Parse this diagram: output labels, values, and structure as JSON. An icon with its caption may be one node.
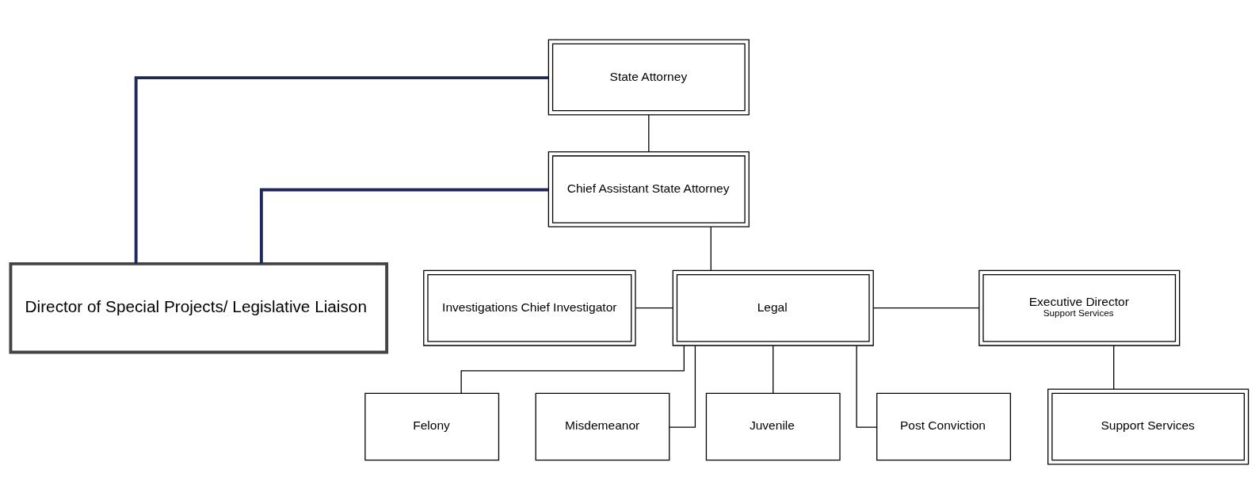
{
  "diagram": {
    "nodes": [
      {
        "text": [
          "State Attorney"
        ]
      },
      {
        "text": [
          "Director of Special Projects/ Legislative Liaison"
        ]
      },
      {
        "text": [
          "Chief Assistant State Attorney"
        ]
      },
      {
        "text": [
          "Investigations Chief Investigator"
        ]
      },
      {
        "text": [
          "Legal"
        ]
      },
      {
        "text": [
          "Executive Director",
          "Support Services"
        ]
      },
      {
        "text": [
          "Support Services"
        ]
      },
      {
        "text": [
          "Felony"
        ]
      },
      {
        "text": [
          "Misdemeanor"
        ]
      },
      {
        "text": [
          "Juvenile"
        ]
      },
      {
        "text": [
          "Post Conviction"
        ]
      }
    ],
    "edges": [
      {
        "from": 0,
        "to": 2,
        "arrow": "none"
      },
      {
        "from": 0,
        "to": 1,
        "arrow": "none",
        "style": "thick",
        "color": "#1f2a5a"
      },
      {
        "from": 2,
        "to": 1,
        "arrow": "none",
        "style": "thick",
        "color": "#1f2a5a"
      },
      {
        "from": 2,
        "to": 4,
        "arrow": "none"
      },
      {
        "from": 3,
        "to": 4,
        "arrow": "none"
      },
      {
        "from": 4,
        "to": 5,
        "arrow": "none"
      },
      {
        "from": 5,
        "to": 6,
        "arrow": "none"
      },
      {
        "from": 4,
        "to": 7,
        "arrow": "none"
      },
      {
        "from": 4,
        "to": 8,
        "arrow": "none"
      },
      {
        "from": 4,
        "to": 9,
        "arrow": "none"
      },
      {
        "from": 4,
        "to": 10,
        "arrow": "none"
      }
    ]
  }
}
